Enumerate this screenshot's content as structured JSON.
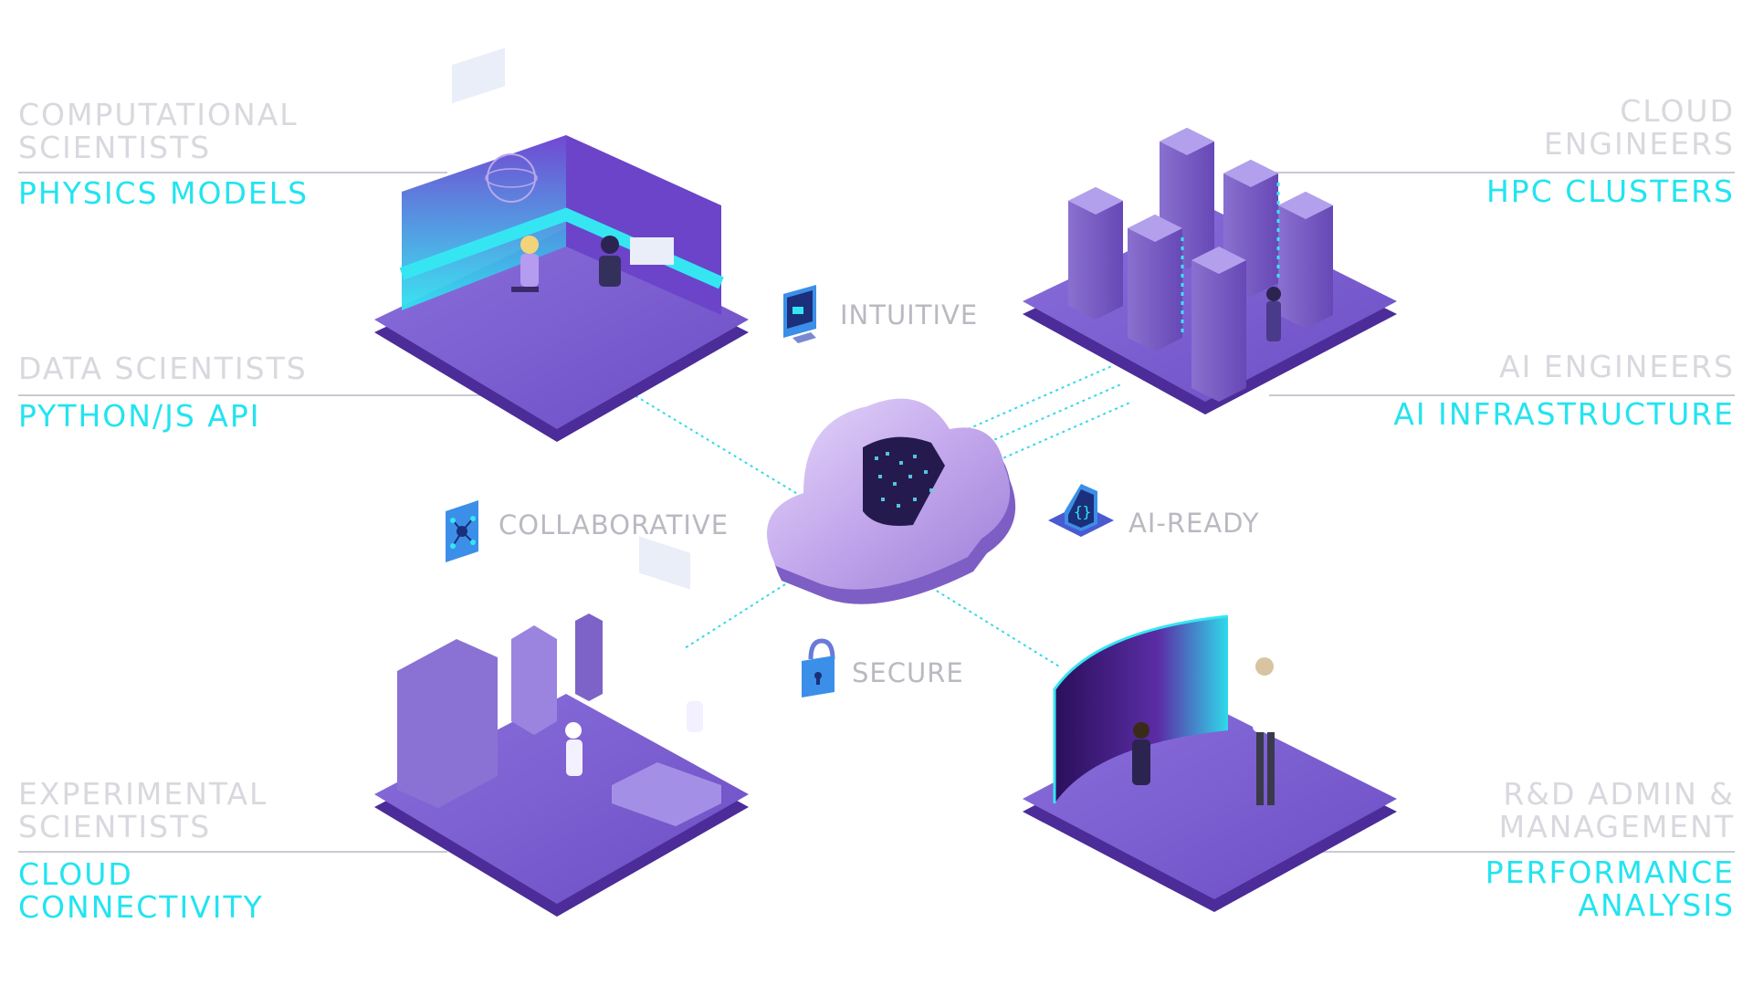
{
  "corners": {
    "top_left": {
      "role_line1": "COMPUTATIONAL",
      "role_line2": "SCIENTISTS",
      "offering": "PHYSICS MODELS"
    },
    "mid_left": {
      "role": "DATA SCIENTISTS",
      "offering": "PYTHON/JS API"
    },
    "bottom_left": {
      "role_line1": "EXPERIMENTAL",
      "role_line2": "SCIENTISTS",
      "offering_line1": "CLOUD",
      "offering_line2": "CONNECTIVITY"
    },
    "top_right": {
      "role_line1": "CLOUD",
      "role_line2": "ENGINEERS",
      "offering": "HPC CLUSTERS"
    },
    "mid_right": {
      "role": "AI ENGINEERS",
      "offering": "AI INFRASTRUCTURE"
    },
    "bottom_right": {
      "role_line1": "R&D ADMIN &",
      "role_line2": "MANAGEMENT",
      "offering_line1": "PERFORMANCE",
      "offering_line2": "ANALYSIS"
    }
  },
  "features": {
    "intuitive": "INTUITIVE",
    "collaborative": "COLLABORATIVE",
    "ai_ready": "AI-READY",
    "secure": "SECURE"
  },
  "icons": {
    "intuitive": "monitor-icon",
    "collaborative": "network-icon",
    "ai_ready": "chip-icon",
    "secure": "padlock-icon",
    "center": "cloud-icon"
  },
  "ai_ready_glyph": "{}",
  "colors": {
    "accent_cyan": "#22e4f0",
    "role_gray": "#d8d8de",
    "platform_purple": "#7b5ccc",
    "platform_dark": "#5a3aa8",
    "cloud_lavender": "#c3a8ec"
  }
}
